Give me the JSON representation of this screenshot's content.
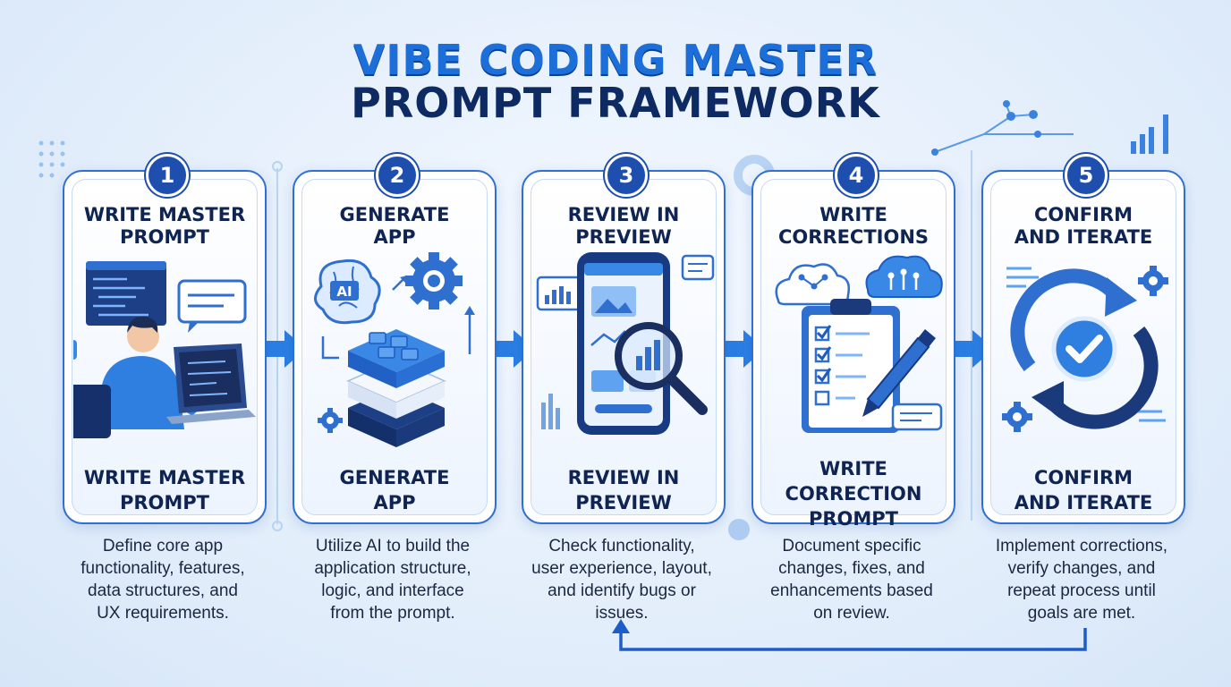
{
  "title": {
    "line1": "VIBE CODING MASTER",
    "line2": "PROMPT FRAMEWORK"
  },
  "steps": [
    {
      "number": "1",
      "heading": "WRITE MASTER\nPROMPT",
      "label": "WRITE MASTER\nPROMPT",
      "description": "Define core app\nfunctionality, features,\ndata structures, and\nUX requirements."
    },
    {
      "number": "2",
      "heading": "GENERATE\nAPP",
      "label": "GENERATE\nAPP",
      "description": "Utilize AI to build the\napplication structure,\nlogic, and interface\nfrom the prompt.",
      "chip": "AI"
    },
    {
      "number": "3",
      "heading": "REVIEW IN\nPREVIEW",
      "label": "REVIEW IN\nPREVIEW",
      "description": "Check functionality,\nuser experience, layout,\nand identify bugs or\nissues."
    },
    {
      "number": "4",
      "heading": "WRITE\nCORRECTIONS",
      "label": "WRITE\nCORRECTION\nPROMPT",
      "description": "Document specific\nchanges, fixes, and\nenhancements based\non review."
    },
    {
      "number": "5",
      "heading": "CONFIRM\nAND ITERATE",
      "label": "CONFIRM\nAND ITERATE",
      "description": "Implement corrections,\nverify changes, and\nrepeat process until\ngoals are met."
    }
  ],
  "theme": {
    "primary": "#1e4fae",
    "accent": "#2f7fe0",
    "text": "#0f2452",
    "background": "#e3eefb"
  },
  "icons": [
    "developer-at-laptop-icon",
    "code-window-icon",
    "chat-bubble-icon",
    "ai-brain-icon",
    "gear-icon",
    "stacked-blocks-icon",
    "smartphone-icon",
    "magnifier-icon",
    "bar-chart-icon",
    "cloud-network-icon",
    "checklist-clipboard-icon",
    "pen-icon",
    "refresh-cycle-icon",
    "check-circle-icon",
    "step-arrow-icon",
    "feedback-loop-arrow-icon"
  ]
}
